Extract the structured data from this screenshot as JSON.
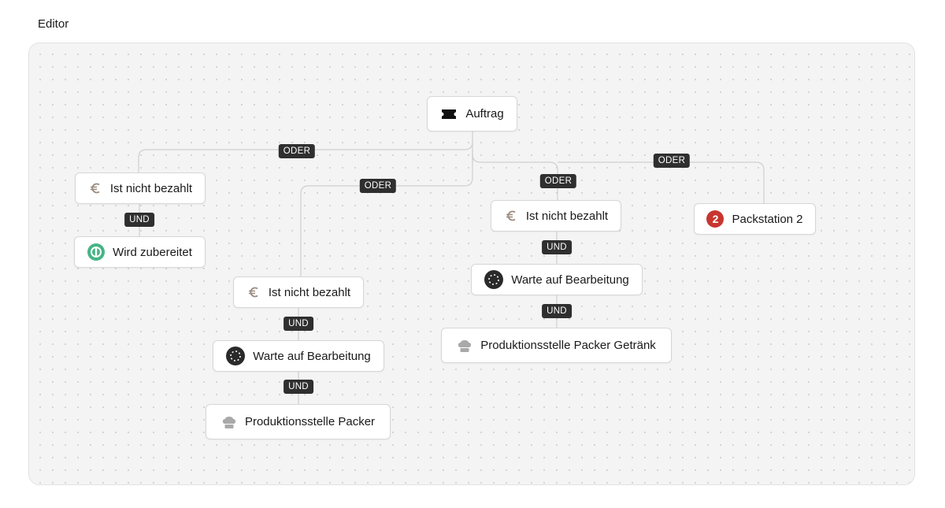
{
  "header": {
    "title": "Editor"
  },
  "nodes": {
    "root": {
      "label": "Auftrag",
      "icon": "ticket-icon"
    },
    "b1_cond": {
      "label": "Ist nicht bezahlt",
      "icon": "euro-icon"
    },
    "b1_status": {
      "label": "Wird zubereitet",
      "icon": "status-preparing-icon"
    },
    "b2_cond": {
      "label": "Ist nicht bezahlt",
      "icon": "euro-icon"
    },
    "b2_status": {
      "label": "Warte auf Bearbeitung",
      "icon": "status-waiting-icon"
    },
    "b2_station": {
      "label": "Produktionsstelle Packer",
      "icon": "chef-hat-icon"
    },
    "b3_cond": {
      "label": "Ist nicht bezahlt",
      "icon": "euro-icon"
    },
    "b3_status": {
      "label": "Warte auf Bearbeitung",
      "icon": "status-waiting-icon"
    },
    "b3_station": {
      "label": "Produktionsstelle Packer Getränk",
      "icon": "chef-hat-icon"
    },
    "b4_pack": {
      "label": "Packstation 2",
      "icon": "packstation-icon",
      "badge": "2"
    }
  },
  "connectors": {
    "or_1": "ODER",
    "or_2": "ODER",
    "or_3": "ODER",
    "or_4": "ODER",
    "and_1": "UND",
    "and_2": "UND",
    "and_3": "UND",
    "and_4": "UND",
    "and_5": "UND"
  },
  "colors": {
    "badge_bg": "#2f2f2f",
    "edge": "#cfcfcf",
    "green": "#45b584",
    "red": "#c8352f",
    "euro": "#9a8a7e"
  }
}
